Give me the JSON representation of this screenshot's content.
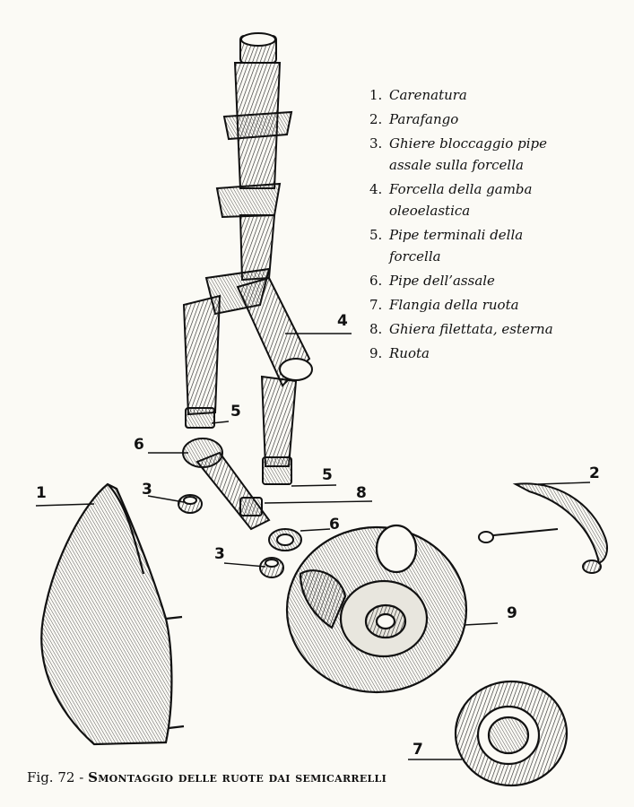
{
  "legend": {
    "items": [
      {
        "num": "1.",
        "text": "Carenatura"
      },
      {
        "num": "2.",
        "text": "Parafango"
      },
      {
        "num": "3.",
        "text": "Ghiere bloccaggio pipe assale sulla forcella"
      },
      {
        "num": "4.",
        "text": "Forcella della gamba oleoelastica"
      },
      {
        "num": "5.",
        "text": "Pipe terminali della forcella"
      },
      {
        "num": "6.",
        "text": "Pipe dell’assale"
      },
      {
        "num": "7.",
        "text": "Flangia della ruota"
      },
      {
        "num": "8.",
        "text": "Ghiera filettata, esterna"
      },
      {
        "num": "9.",
        "text": "Ruota"
      }
    ]
  },
  "callouts": {
    "c1": "1",
    "c2": "2",
    "c3a": "3",
    "c3b": "3",
    "c4": "4",
    "c5a": "5",
    "c5b": "5",
    "c6a": "6",
    "c6b": "6",
    "c7": "7",
    "c8": "8",
    "c9": "9"
  },
  "caption": {
    "fig": "Fig. 72 -",
    "title": "Smontaggio delle ruote dai semicarrelli"
  },
  "colors": {
    "paper": "#fbfaf5",
    "ink": "#1a1a1a"
  }
}
